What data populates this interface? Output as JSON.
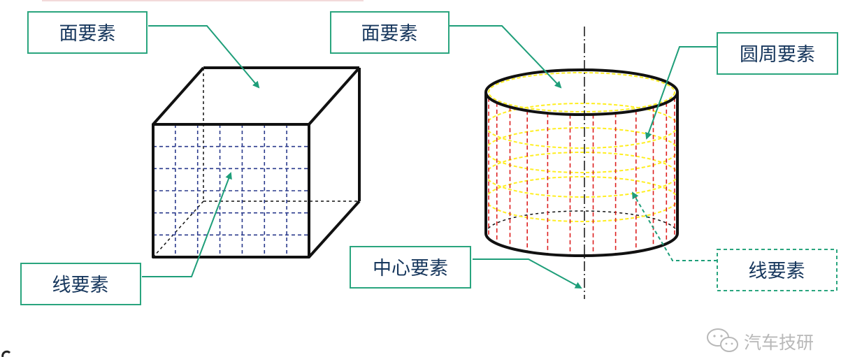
{
  "labels": {
    "cube_face": "面要素",
    "cube_line": "线要素",
    "cyl_face": "面要素",
    "cyl_circle": "圆周要素",
    "cyl_center": "中心要素",
    "cyl_line": "线要素"
  },
  "watermark": {
    "text": "汽车技研",
    "icon": "wechat-icon"
  },
  "colors": {
    "box_border": "#2aa57e",
    "box_text": "#16365c",
    "leader": "#1e9e79",
    "grid": "#2a3a8c",
    "cyl_ring": "#ffee22",
    "cyl_line": "#dd1f1f",
    "outline": "#111111",
    "watermark": "#b8b8b8"
  }
}
